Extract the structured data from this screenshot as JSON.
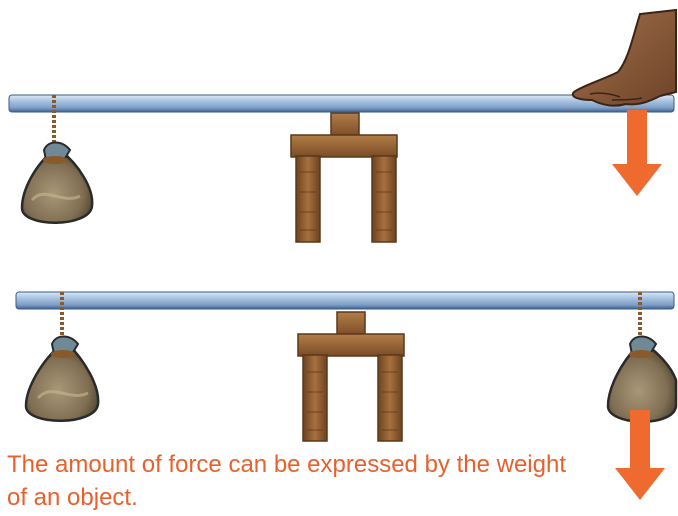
{
  "caption": "The amount of force can be expressed by the weight of an object.",
  "colors": {
    "caption_text": "#e8612c",
    "force_arrow": "#ee6a2f",
    "beam_light": "#c9ddf0",
    "beam_mid": "#8fb0d3",
    "beam_dark": "#4a6f9a",
    "wood": "#8a5a30",
    "wood_dark": "#5a3818",
    "rope": "#8a5a2b",
    "sack": "#8a7a5e",
    "hand": "#8a5a3c"
  },
  "panels": [
    {
      "label_id": "top",
      "left_load": "sand-bag",
      "right_load": "hand-push",
      "force_arrow": true
    },
    {
      "label_id": "bottom",
      "left_load": "sand-bag",
      "right_load": "sand-bag",
      "force_arrow": true
    }
  ]
}
